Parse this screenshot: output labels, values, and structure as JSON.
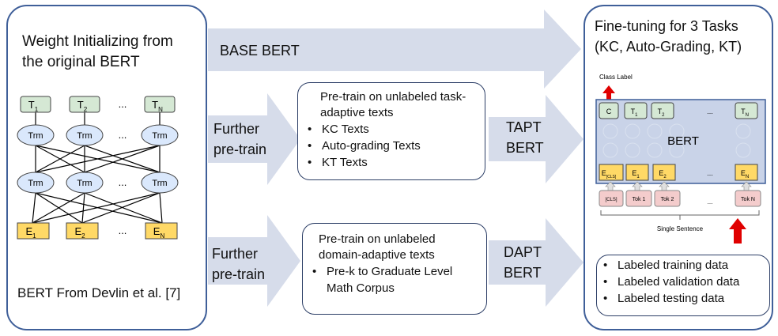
{
  "left_panel": {
    "title": "Weight Initializing from the original BERT",
    "caption": "BERT From Devlin et al. [7]",
    "t_labels": [
      "T",
      "T",
      "...",
      "T"
    ],
    "t_subs": [
      "1",
      "2",
      "",
      "N"
    ],
    "trm_label": "Trm",
    "e_labels": [
      "E",
      "E",
      "...",
      "E"
    ],
    "e_subs": [
      "1",
      "2",
      "",
      "N"
    ]
  },
  "arrows": {
    "base": "BASE BERT",
    "further1": "Further pre-train",
    "further2": "Further pre-train",
    "tapt": "TAPT BERT",
    "dapt": "DAPT BERT"
  },
  "tapt_box": {
    "title": "Pre-train on unlabeled task-adaptive texts",
    "items": [
      "KC Texts",
      "Auto-grading Texts",
      "KT Texts"
    ]
  },
  "dapt_box": {
    "title": "Pre-train on unlabeled domain-adaptive texts",
    "items": [
      "Pre-k to Graduate Level Math Corpus"
    ]
  },
  "right_panel": {
    "title": "Fine-tuning for 3 Tasks (KC, Auto-Grading, KT)",
    "class_label": "Class Label",
    "bert_label": "BERT",
    "top_tokens": [
      "C",
      "T",
      "T",
      "...",
      "T"
    ],
    "top_subs": [
      "",
      "1",
      "2",
      "",
      "N"
    ],
    "emb_tokens": [
      "E",
      "E",
      "E",
      "...",
      "E"
    ],
    "emb_subs": [
      "[CLS]",
      "1",
      "2",
      "",
      "N"
    ],
    "input_tokens": [
      "[CLS]",
      "Tok 1",
      "Tok 2",
      "...",
      "Tok N"
    ],
    "single_sentence": "Single Sentence",
    "data_items": [
      "Labeled training data",
      "Labeled validation data",
      "Labeled testing data"
    ]
  },
  "colors": {
    "arrow_fill": "#d6dcea",
    "panel_border": "#3f5f99",
    "t_fill": "#d5e8d4",
    "trm_fill": "#dae8fc",
    "e_fill": "#ffd966",
    "tok_fill": "#f4cccc",
    "red": "#e00000"
  }
}
